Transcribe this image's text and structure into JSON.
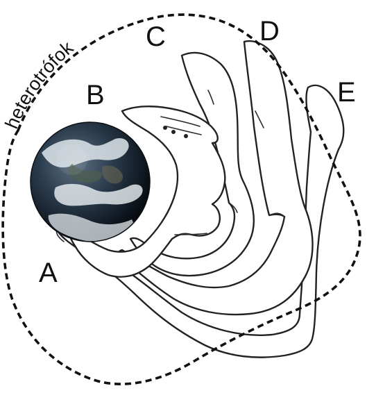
{
  "diagram": {
    "boundary_label": "heterotrófok",
    "labels": {
      "a": "A",
      "b": "B",
      "c": "C",
      "d": "D",
      "e": "E"
    },
    "colors": {
      "line": "#111111",
      "background": "#ffffff",
      "earth_ocean": "#1c2c3c",
      "earth_cloud": "#e6ecf0"
    },
    "icons": {
      "earth": "earth-globe-icon",
      "hands": "nested-hands-illustration"
    }
  }
}
